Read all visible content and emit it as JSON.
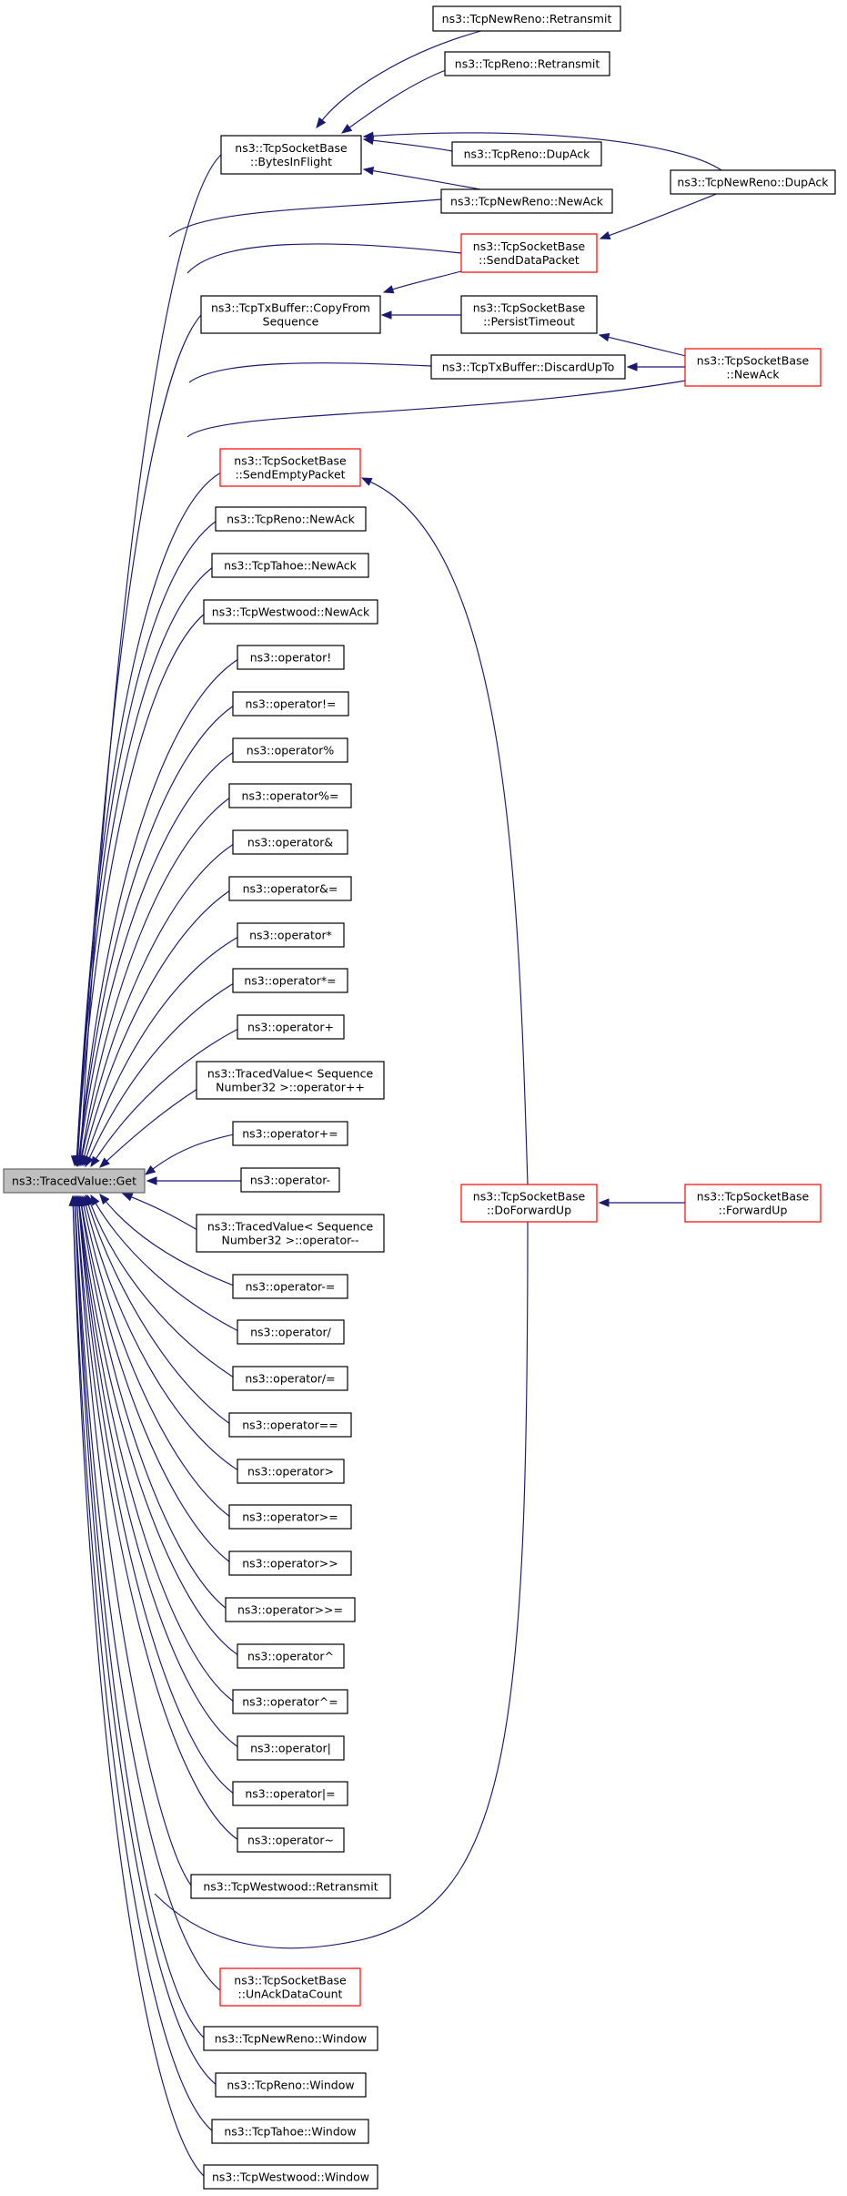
{
  "colors": {
    "edge": "#191970",
    "border_normal": "#000000",
    "border_truncated": "#ff0000",
    "border_root": "#666666",
    "fill_root": "#bfbfbf",
    "fill_normal": "#ffffff"
  },
  "diagram": {
    "nodes": [
      {
        "id": "get",
        "kind": "root",
        "lines": [
          "ns3::TracedValue::Get"
        ]
      },
      {
        "id": "nr_retransmit",
        "kind": "normal",
        "lines": [
          "ns3::TcpNewReno::Retransmit"
        ]
      },
      {
        "id": "reno_retransmit",
        "kind": "normal",
        "lines": [
          "ns3::TcpReno::Retransmit"
        ]
      },
      {
        "id": "bytes_in_flight",
        "kind": "normal",
        "lines": [
          "ns3::TcpSocketBase",
          "::BytesInFlight"
        ]
      },
      {
        "id": "reno_dupack",
        "kind": "normal",
        "lines": [
          "ns3::TcpReno::DupAck"
        ]
      },
      {
        "id": "nr_newack",
        "kind": "normal",
        "lines": [
          "ns3::TcpNewReno::NewAck"
        ]
      },
      {
        "id": "nr_dupack",
        "kind": "normal",
        "lines": [
          "ns3::TcpNewReno::DupAck"
        ]
      },
      {
        "id": "send_data_packet",
        "kind": "truncated",
        "lines": [
          "ns3::TcpSocketBase",
          "::SendDataPacket"
        ]
      },
      {
        "id": "copy_from_seq",
        "kind": "normal",
        "lines": [
          "ns3::TcpTxBuffer::CopyFrom",
          "Sequence"
        ]
      },
      {
        "id": "persist_timeout",
        "kind": "normal",
        "lines": [
          "ns3::TcpSocketBase",
          "::PersistTimeout"
        ]
      },
      {
        "id": "discard_up_to",
        "kind": "normal",
        "lines": [
          "ns3::TcpTxBuffer::DiscardUpTo"
        ]
      },
      {
        "id": "sb_newack",
        "kind": "truncated",
        "lines": [
          "ns3::TcpSocketBase",
          "::NewAck"
        ]
      },
      {
        "id": "send_empty_packet",
        "kind": "truncated",
        "lines": [
          "ns3::TcpSocketBase",
          "::SendEmptyPacket"
        ]
      },
      {
        "id": "reno_newack",
        "kind": "normal",
        "lines": [
          "ns3::TcpReno::NewAck"
        ]
      },
      {
        "id": "tahoe_newack",
        "kind": "normal",
        "lines": [
          "ns3::TcpTahoe::NewAck"
        ]
      },
      {
        "id": "westwood_newack",
        "kind": "normal",
        "lines": [
          "ns3::TcpWestwood::NewAck"
        ]
      },
      {
        "id": "op_not",
        "kind": "normal",
        "lines": [
          "ns3::operator!"
        ]
      },
      {
        "id": "op_neq",
        "kind": "normal",
        "lines": [
          "ns3::operator!="
        ]
      },
      {
        "id": "op_mod",
        "kind": "normal",
        "lines": [
          "ns3::operator%"
        ]
      },
      {
        "id": "op_mod_eq",
        "kind": "normal",
        "lines": [
          "ns3::operator%="
        ]
      },
      {
        "id": "op_and",
        "kind": "normal",
        "lines": [
          "ns3::operator&"
        ]
      },
      {
        "id": "op_and_eq",
        "kind": "normal",
        "lines": [
          "ns3::operator&="
        ]
      },
      {
        "id": "op_mul",
        "kind": "normal",
        "lines": [
          "ns3::operator*"
        ]
      },
      {
        "id": "op_mul_eq",
        "kind": "normal",
        "lines": [
          "ns3::operator*="
        ]
      },
      {
        "id": "op_plus",
        "kind": "normal",
        "lines": [
          "ns3::operator+"
        ]
      },
      {
        "id": "op_inc",
        "kind": "normal",
        "lines": [
          "ns3::TracedValue< Sequence",
          "Number32 >::operator++"
        ]
      },
      {
        "id": "op_plus_eq",
        "kind": "normal",
        "lines": [
          "ns3::operator+="
        ]
      },
      {
        "id": "op_minus",
        "kind": "normal",
        "lines": [
          "ns3::operator-"
        ]
      },
      {
        "id": "do_forward_up",
        "kind": "truncated",
        "lines": [
          "ns3::TcpSocketBase",
          "::DoForwardUp"
        ]
      },
      {
        "id": "forward_up",
        "kind": "truncated",
        "lines": [
          "ns3::TcpSocketBase",
          "::ForwardUp"
        ]
      },
      {
        "id": "op_dec",
        "kind": "normal",
        "lines": [
          "ns3::TracedValue< Sequence",
          "Number32 >::operator--"
        ]
      },
      {
        "id": "op_minus_eq",
        "kind": "normal",
        "lines": [
          "ns3::operator-="
        ]
      },
      {
        "id": "op_div",
        "kind": "normal",
        "lines": [
          "ns3::operator/"
        ]
      },
      {
        "id": "op_div_eq",
        "kind": "normal",
        "lines": [
          "ns3::operator/="
        ]
      },
      {
        "id": "op_eqeq",
        "kind": "normal",
        "lines": [
          "ns3::operator=="
        ]
      },
      {
        "id": "op_gt",
        "kind": "normal",
        "lines": [
          "ns3::operator>"
        ]
      },
      {
        "id": "op_gte",
        "kind": "normal",
        "lines": [
          "ns3::operator>="
        ]
      },
      {
        "id": "op_shr",
        "kind": "normal",
        "lines": [
          "ns3::operator>>"
        ]
      },
      {
        "id": "op_shr_eq",
        "kind": "normal",
        "lines": [
          "ns3::operator>>="
        ]
      },
      {
        "id": "op_xor",
        "kind": "normal",
        "lines": [
          "ns3::operator^"
        ]
      },
      {
        "id": "op_xor_eq",
        "kind": "normal",
        "lines": [
          "ns3::operator^="
        ]
      },
      {
        "id": "op_or",
        "kind": "normal",
        "lines": [
          "ns3::operator|"
        ]
      },
      {
        "id": "op_or_eq",
        "kind": "normal",
        "lines": [
          "ns3::operator|="
        ]
      },
      {
        "id": "op_tilde",
        "kind": "normal",
        "lines": [
          "ns3::operator~"
        ]
      },
      {
        "id": "westwood_retransmit",
        "kind": "normal",
        "lines": [
          "ns3::TcpWestwood::Retransmit"
        ]
      },
      {
        "id": "unack_data_count",
        "kind": "truncated",
        "lines": [
          "ns3::TcpSocketBase",
          "::UnAckDataCount"
        ]
      },
      {
        "id": "nr_window",
        "kind": "normal",
        "lines": [
          "ns3::TcpNewReno::Window"
        ]
      },
      {
        "id": "reno_window",
        "kind": "normal",
        "lines": [
          "ns3::TcpReno::Window"
        ]
      },
      {
        "id": "tahoe_window",
        "kind": "normal",
        "lines": [
          "ns3::TcpTahoe::Window"
        ]
      },
      {
        "id": "westwood_window",
        "kind": "normal",
        "lines": [
          "ns3::TcpWestwood::Window"
        ]
      }
    ],
    "edges": [
      {
        "from": "nr_retransmit",
        "to": "bytes_in_flight"
      },
      {
        "from": "reno_retransmit",
        "to": "bytes_in_flight"
      },
      {
        "from": "reno_dupack",
        "to": "bytes_in_flight"
      },
      {
        "from": "nr_newack",
        "to": "bytes_in_flight"
      },
      {
        "from": "nr_dupack",
        "to": "bytes_in_flight"
      },
      {
        "from": "nr_dupack",
        "to": "send_data_packet"
      },
      {
        "from": "send_data_packet",
        "to": "copy_from_seq"
      },
      {
        "from": "persist_timeout",
        "to": "copy_from_seq"
      },
      {
        "from": "sb_newack",
        "to": "persist_timeout"
      },
      {
        "from": "sb_newack",
        "to": "discard_up_to"
      },
      {
        "from": "forward_up",
        "to": "do_forward_up"
      },
      {
        "from": "do_forward_up",
        "to": "send_empty_packet"
      },
      {
        "from": "bytes_in_flight",
        "to": "get"
      },
      {
        "from": "nr_newack",
        "to": "get"
      },
      {
        "from": "send_data_packet",
        "to": "get"
      },
      {
        "from": "copy_from_seq",
        "to": "get"
      },
      {
        "from": "discard_up_to",
        "to": "get"
      },
      {
        "from": "sb_newack",
        "to": "get"
      },
      {
        "from": "send_empty_packet",
        "to": "get"
      },
      {
        "from": "reno_newack",
        "to": "get"
      },
      {
        "from": "tahoe_newack",
        "to": "get"
      },
      {
        "from": "westwood_newack",
        "to": "get"
      },
      {
        "from": "op_not",
        "to": "get"
      },
      {
        "from": "op_neq",
        "to": "get"
      },
      {
        "from": "op_mod",
        "to": "get"
      },
      {
        "from": "op_mod_eq",
        "to": "get"
      },
      {
        "from": "op_and",
        "to": "get"
      },
      {
        "from": "op_and_eq",
        "to": "get"
      },
      {
        "from": "op_mul",
        "to": "get"
      },
      {
        "from": "op_mul_eq",
        "to": "get"
      },
      {
        "from": "op_plus",
        "to": "get"
      },
      {
        "from": "op_inc",
        "to": "get"
      },
      {
        "from": "op_plus_eq",
        "to": "get"
      },
      {
        "from": "op_minus",
        "to": "get"
      },
      {
        "from": "op_dec",
        "to": "get"
      },
      {
        "from": "op_minus_eq",
        "to": "get"
      },
      {
        "from": "op_div",
        "to": "get"
      },
      {
        "from": "op_div_eq",
        "to": "get"
      },
      {
        "from": "op_eqeq",
        "to": "get"
      },
      {
        "from": "op_gt",
        "to": "get"
      },
      {
        "from": "op_gte",
        "to": "get"
      },
      {
        "from": "op_shr",
        "to": "get"
      },
      {
        "from": "op_shr_eq",
        "to": "get"
      },
      {
        "from": "op_xor",
        "to": "get"
      },
      {
        "from": "op_xor_eq",
        "to": "get"
      },
      {
        "from": "op_or",
        "to": "get"
      },
      {
        "from": "op_or_eq",
        "to": "get"
      },
      {
        "from": "op_tilde",
        "to": "get"
      },
      {
        "from": "westwood_retransmit",
        "to": "get"
      },
      {
        "from": "do_forward_up",
        "to": "get"
      },
      {
        "from": "unack_data_count",
        "to": "get"
      },
      {
        "from": "nr_window",
        "to": "get"
      },
      {
        "from": "reno_window",
        "to": "get"
      },
      {
        "from": "tahoe_window",
        "to": "get"
      },
      {
        "from": "westwood_window",
        "to": "get"
      }
    ]
  }
}
